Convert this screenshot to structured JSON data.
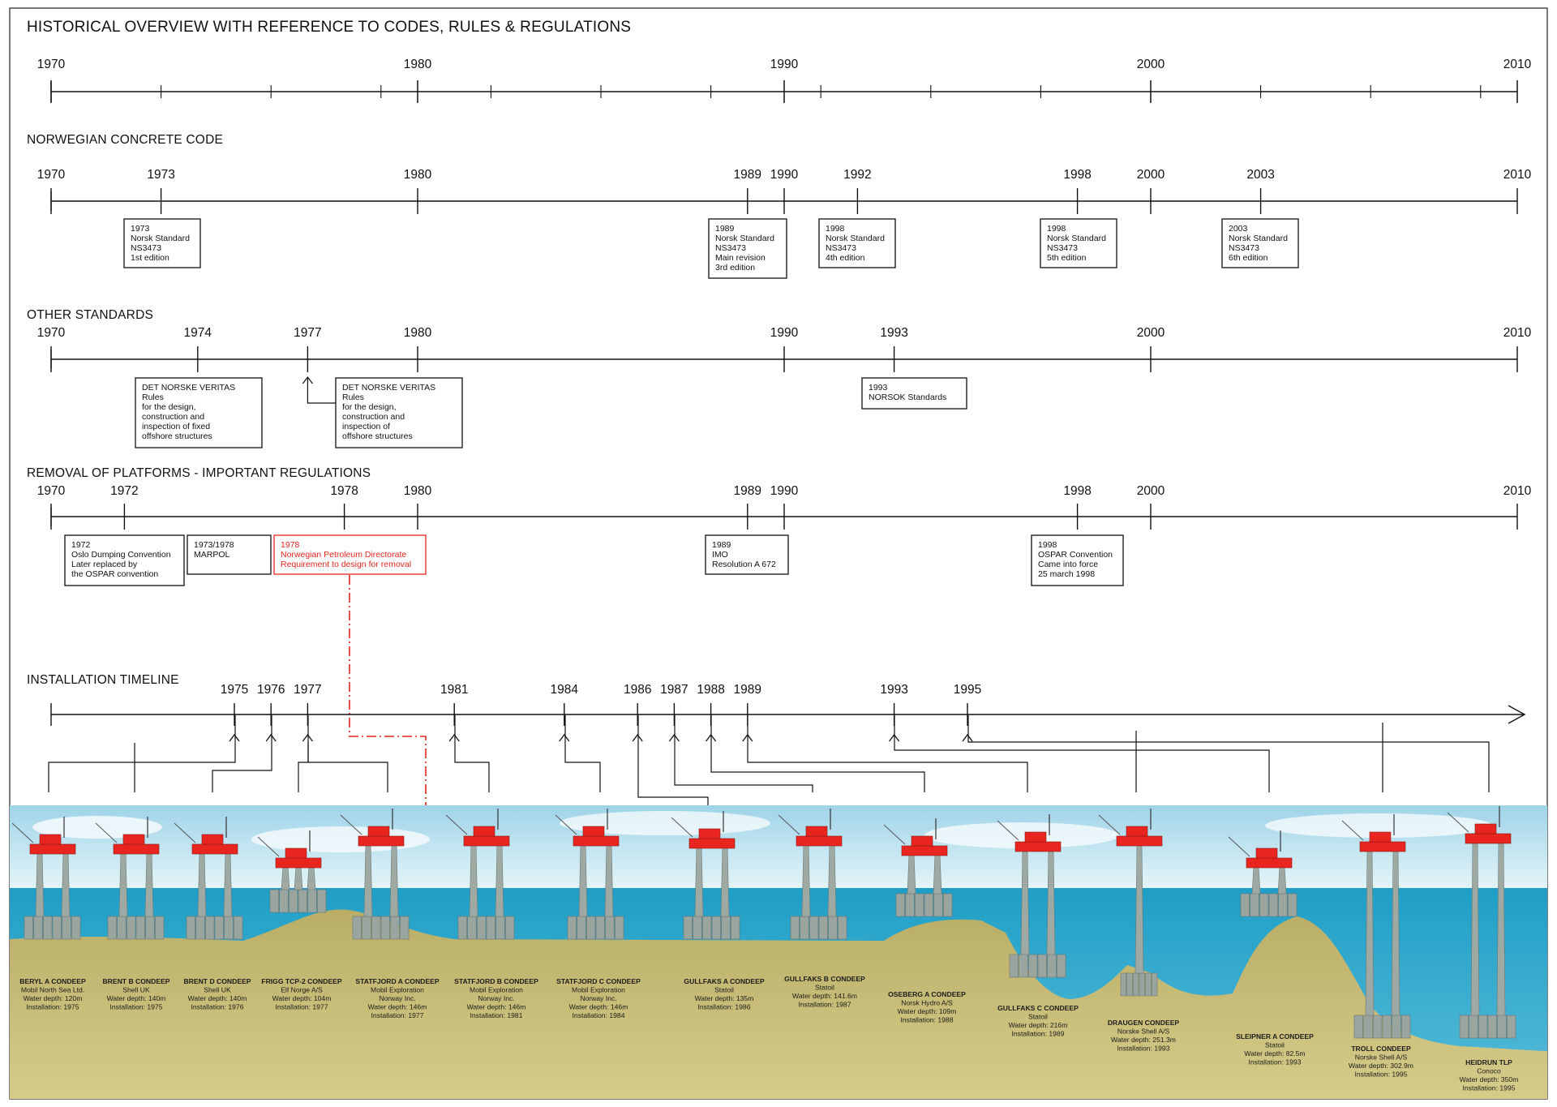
{
  "title": "HISTORICAL OVERVIEW WITH REFERENCE TO CODES, RULES & REGULATIONS",
  "colors": {
    "line": "#111111",
    "red": "#e8251f",
    "sea": "#2aa3c8",
    "seabed": "#c2b670",
    "sky": "#a9d8ea"
  },
  "overview": {
    "major_years": [
      "1970",
      "1980",
      "1990",
      "2000",
      "2010"
    ]
  },
  "sections": [
    {
      "title": "NORWEGIAN CONCRETE CODE",
      "years": [
        "1970",
        "1973",
        "1980",
        "1989",
        "1990",
        "1992",
        "1998",
        "2000",
        "2003",
        "2010"
      ],
      "boxes": [
        {
          "lines": [
            "1973",
            "Norsk Standard",
            "NS3473",
            "1st edition"
          ]
        },
        {
          "lines": [
            "1989",
            "Norsk Standard",
            "NS3473",
            "Main revision",
            "3rd edition"
          ]
        },
        {
          "lines": [
            "1998",
            "Norsk Standard",
            "NS3473",
            "4th edition"
          ]
        },
        {
          "lines": [
            "1998",
            "Norsk Standard",
            "NS3473",
            "5th edition"
          ]
        },
        {
          "lines": [
            "2003",
            "Norsk Standard",
            "NS3473",
            "6th edition"
          ]
        }
      ]
    },
    {
      "title": "OTHER STANDARDS",
      "years": [
        "1970",
        "1974",
        "1977",
        "1980",
        "1990",
        "1993",
        "2000",
        "2010"
      ],
      "boxes": [
        {
          "lines": [
            "DET NORSKE VERITAS",
            "Rules",
            "for the design,",
            "construction and",
            "inspection of fixed",
            "offshore structures"
          ]
        },
        {
          "lines": [
            "DET NORSKE VERITAS",
            "Rules",
            "for the design,",
            "construction and",
            "inspection of",
            "offshore structures"
          ]
        },
        {
          "lines": [
            "1993",
            "NORSOK Standards"
          ]
        }
      ]
    },
    {
      "title": "REMOVAL OF PLATFORMS - IMPORTANT REGULATIONS",
      "years": [
        "1970",
        "1972",
        "1978",
        "1980",
        "1989",
        "1990",
        "1998",
        "2000",
        "2010"
      ],
      "boxes": [
        {
          "lines": [
            "1972",
            "Oslo Dumping Convention",
            "Later replaced by",
            "the OSPAR convention"
          ]
        },
        {
          "lines": [
            "1973/1978",
            "MARPOL"
          ]
        },
        {
          "lines": [
            "1978",
            "Norwegian Petroleum Directorate",
            "Requirement to design for removal"
          ]
        },
        {
          "lines": [
            "1989",
            "IMO",
            "Resolution A 672"
          ]
        },
        {
          "lines": [
            "1998",
            "OSPAR Convention",
            "Came into force",
            "25 march 1998"
          ]
        }
      ]
    }
  ],
  "installation": {
    "title": "INSTALLATION TIMELINE",
    "years": [
      "1975",
      "1976",
      "1977",
      "1981",
      "1984",
      "1986",
      "1987",
      "1988",
      "1989",
      "1993",
      "1995"
    ]
  },
  "platforms": [
    {
      "lines": [
        "BERYL A CONDEEP",
        "Mobil North Sea Ltd.",
        "Water depth: 120m",
        "Installation: 1975"
      ]
    },
    {
      "lines": [
        "BRENT B CONDEEP",
        "Shell UK",
        "Water depth: 140m",
        "Installation: 1975"
      ]
    },
    {
      "lines": [
        "BRENT D CONDEEP",
        "Shell UK",
        "Water depth: 140m",
        "Installation: 1976"
      ]
    },
    {
      "lines": [
        "FRIGG TCP-2 CONDEEP",
        "Elf Norge A/S",
        "Water depth: 104m",
        "Installation: 1977"
      ]
    },
    {
      "lines": [
        "STATFJORD A CONDEEP",
        "Mobil Exploration",
        "Norway Inc.",
        "Water depth: 146m",
        "Installation: 1977"
      ]
    },
    {
      "lines": [
        "STATFJORD B CONDEEP",
        "Mobil Exploration",
        "Norway Inc.",
        "Water depth: 146m",
        "Installation: 1981"
      ]
    },
    {
      "lines": [
        "STATFJORD C CONDEEP",
        "Mobil Exploration",
        "Norway Inc.",
        "Water depth: 146m",
        "Installation: 1984"
      ]
    },
    {
      "lines": [
        "GULLFAKS A CONDEEP",
        "Statoil",
        "Water depth: 135m",
        "Installation: 1986"
      ]
    },
    {
      "lines": [
        "GULLFAKS B CONDEEP",
        "Statoil",
        "Water depth: 141.6m",
        "Installation: 1987"
      ]
    },
    {
      "lines": [
        "OSEBERG A CONDEEP",
        "Norsk Hydro A/S",
        "Water depth: 109m",
        "Installation: 1988"
      ]
    },
    {
      "lines": [
        "GULLFAKS C CONDEEP",
        "Statoil",
        "Water depth: 216m",
        "Installation: 1989"
      ]
    },
    {
      "lines": [
        "DRAUGEN CONDEEP",
        "Norske Shell A/S",
        "Water depth: 251.3m",
        "Installation: 1993"
      ]
    },
    {
      "lines": [
        "SLEIPNER A CONDEEP",
        "Statoil",
        "Water depth: 82.5m",
        "Installation: 1993"
      ]
    },
    {
      "lines": [
        "TROLL CONDEEP",
        "Norske Shell A/S",
        "Water depth: 302.9m",
        "Installation: 1995"
      ]
    },
    {
      "lines": [
        "HEIDRUN TLP",
        "Conoco",
        "Water depth: 350m",
        "Installation: 1995"
      ]
    }
  ]
}
